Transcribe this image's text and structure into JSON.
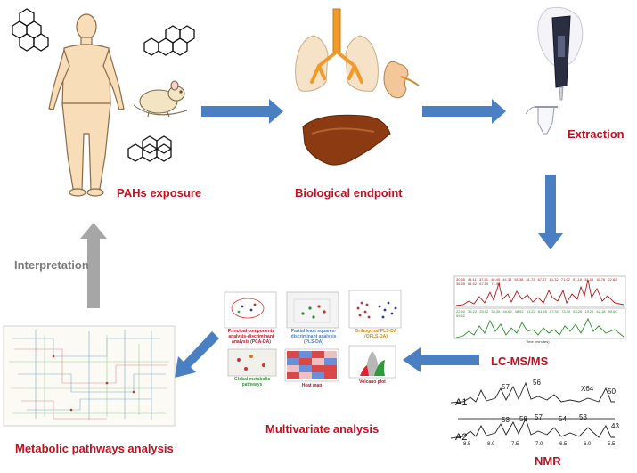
{
  "stages": {
    "exposure": "PAHs exposure",
    "endpoint": "Biological endpoint",
    "extraction": "Extraction",
    "lcms": "LC-MS/MS",
    "nmr": "NMR",
    "multivariate": "Multivariate analysis",
    "metabolic": "Metabolic pathways analysis",
    "interpretation": "Interpretation"
  },
  "multivariate_panels": {
    "pca": "Principal components analysis-discriminant analysis (PCA-DA)",
    "plsda": "Partial least squares-discriminant analysis (PLS-DA)",
    "oplsda": "Orthogonal PLS-DA (OPLS-DA)",
    "global": "Global metabolic pathways",
    "heatmap": "Heat map",
    "volcano": "Volcano plot"
  },
  "lcms_peaks": {
    "top": [
      "30.55",
      "44.11",
      "37.51",
      "40.45",
      "44.38",
      "51.38",
      "51.73",
      "67.27",
      "61.32",
      "71.92",
      "57.18",
      "34.55",
      "16.76",
      "22.82",
      "36.65",
      "61.02",
      "67.50",
      "71.58"
    ],
    "bottom": [
      "22.50",
      "36.22",
      "25.62",
      "34.35",
      "40.60",
      "48.92",
      "51.22",
      "61.55",
      "67.91",
      "73.39",
      "63.26",
      "19.26",
      "62.18",
      "59.60",
      "59.62"
    ],
    "time_axis_label": "Time (minutes)"
  },
  "nmr": {
    "a1": "A1",
    "a2": "A2",
    "scale": "X64",
    "peaks": [
      "57",
      "56",
      "50",
      "53",
      "58",
      "57",
      "54",
      "53",
      "43"
    ],
    "ticks": [
      "8.5",
      "8.0",
      "7.5",
      "7.0",
      "6.5",
      "6.0",
      "5.5"
    ]
  },
  "colors": {
    "label_red": "#c0111f",
    "arrow_blue": "#4a7fc1",
    "arrow_gray": "#a6a6a6",
    "skin": "#f7ddb8",
    "skin_outline": "#8a6a48",
    "lcms_red": "#b01818",
    "lcms_green": "#2e8b2e"
  }
}
